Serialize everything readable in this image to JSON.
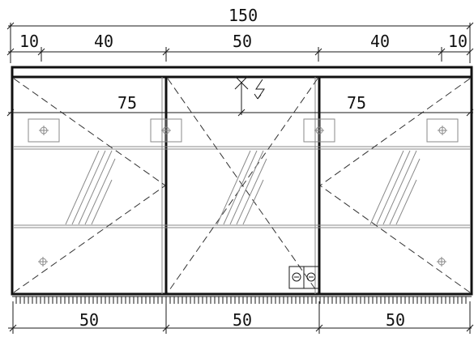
{
  "dimensions": {
    "total_top": "150",
    "top_segments": [
      "10",
      "40",
      "50",
      "40",
      "10"
    ],
    "inner_left": "75",
    "inner_right": "75",
    "bottom_segments": [
      "50",
      "50",
      "50"
    ]
  },
  "colors": {
    "line": "#1a1a1a",
    "thick_line": "#111111",
    "detail_gray": "#8a8a8a",
    "background": "#ffffff"
  }
}
